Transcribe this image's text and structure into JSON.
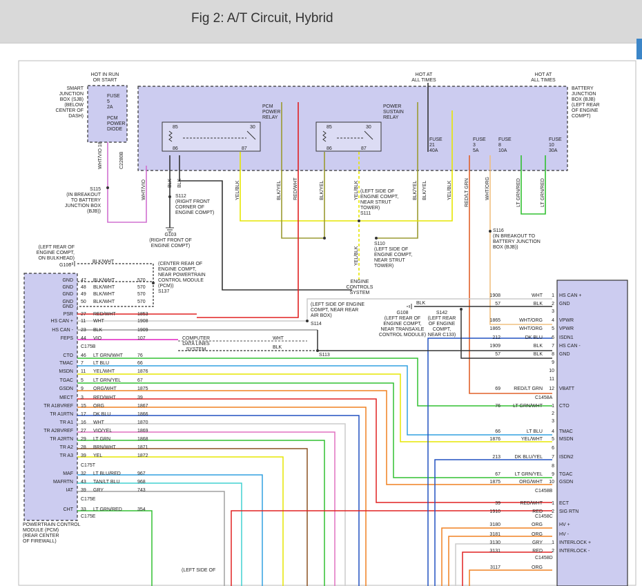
{
  "title": "Fig 2: A/T Circuit, Hybrid",
  "colors": {
    "wire_black": "#333333",
    "wire_pink": "#d070d0",
    "wire_magenta": "#e020c0",
    "wire_yellow": "#e6e600",
    "wire_olive": "#9a9a30",
    "wire_red": "#e02020",
    "wire_green": "#30c030",
    "wire_blue": "#30a0e0",
    "wire_orange": "#f08020",
    "wire_cyan": "#40d0d0",
    "wire_gray": "#a0a0a0",
    "wire_brown": "#8a5020",
    "wire_darkblue": "#2050c0",
    "bjb_fill": "#ccccf0",
    "pcm_fill": "#ccccf0"
  },
  "labels": {
    "hot_run_start": [
      "HOT IN RUN",
      "OR START"
    ],
    "sjb": [
      "SMART",
      "JUNCTION",
      "BOX (SJB)",
      "(BELOW",
      "CENTER OF",
      "DASH)"
    ],
    "fuse5": [
      "FUSE",
      "5",
      "2A"
    ],
    "pcm_diode": [
      "PCM",
      "POWER",
      "DIODE"
    ],
    "wht_vio_18": "WHT/VIO 18",
    "c2280b": "C2280B",
    "s115": [
      "S115",
      "(IN BREAKOUT",
      "TO BATTERY",
      "JUNCTION BOX",
      "(BJB))"
    ],
    "hot_at_all_1": [
      "HOT AT",
      "ALL TIMES"
    ],
    "hot_at_all_2": [
      "HOT AT",
      "ALL TIMES"
    ],
    "bjb": [
      "BATTERY",
      "JUNCTION",
      "BOX (BJB)",
      "(LEFT REAR",
      "OF ENGINE",
      "COMPT)"
    ],
    "pcm_relay": [
      "PCM",
      "POWER",
      "RELAY"
    ],
    "sustain_relay": [
      "POWER",
      "SUSTAIN",
      "RELAY"
    ],
    "pin85": "85",
    "pin86": "86",
    "pin30": "30",
    "pin87": "87",
    "fuse21": [
      "FUSE",
      "21",
      "40A"
    ],
    "fuse3": [
      "FUSE",
      "3",
      "5A"
    ],
    "fuse8": [
      "FUSE",
      "8",
      "10A"
    ],
    "fuse10": [
      "FUSE",
      "10",
      "30A"
    ],
    "wire_wht_vio": "WHT/VIO",
    "wire_blk1": "BLK",
    "wire_blk2": "BLK",
    "wire_yel_blk1": "YEL/BLK",
    "wire_blk_yel1": "BLK/YEL",
    "wire_red_wht": "RED/WHT",
    "wire_blk_yel2": "BLK/YEL",
    "wire_yel_blk2": "YEL/BLK",
    "wire_blk_yel3": "BLK/YEL",
    "wire_blk_yel4": "BLK/YEL",
    "wire_yel_blk3": "YEL/BLK",
    "wire_red_ltgrn": "RED/LT GRN",
    "wire_wht_org": "WHT/ORG",
    "wire_ltgrn_red1": "LT GRN/RED",
    "wire_ltgrn_red2": "LT GRN/RED",
    "s112": [
      "S112",
      "(RIGHT FRONT",
      "CORNER OF",
      "ENGINE COMPT)"
    ],
    "g103": [
      "G103",
      "(RIGHT FRONT OF",
      "ENGINE COMPT)"
    ],
    "s111": [
      "(LEFT SIDE OF",
      "ENGINE COMPT,",
      "NEAR STRUT",
      "TOWER)",
      "S111"
    ],
    "s110": [
      "S110",
      "(LEFT SIDE OF",
      "ENGINE COMPT,",
      "NEAR STRUT",
      "TOWER)"
    ],
    "yel_blk_down": "YEL/BLK",
    "s116": [
      "S116",
      "(IN BREAKOUT TO",
      "BATTERY JUNCTION",
      "BOX (BJB))"
    ],
    "g106_note": [
      "(LEFT REAR OF",
      "ENGINE COMPT,",
      "ON BULKHEAD)"
    ],
    "g106": "G106",
    "s137": [
      "(CENTER REAR OF",
      "ENGINE COMPT,",
      "NEAR POWERTRAIN",
      "CONTROL MODULE",
      "(PCM))",
      "S137"
    ],
    "blk_wht_top": "BLK/WHT",
    "engine_controls": [
      "ENGINE",
      "CONTROLS",
      "SYSTEM"
    ],
    "s114_note": [
      "(LEFT SIDE OF ENGINE",
      "COMPT, NEAR REAR",
      "AIR BOX)"
    ],
    "s114": "S114",
    "g108": [
      "G108",
      "(LEFT REAR OF",
      "ENGINE COMPT,",
      "NEAR TRANSAXLE",
      "CONTROL MODULE)"
    ],
    "s142": [
      "S142",
      "(LEFT REAR",
      "OF ENGINE",
      "COMPT,",
      "NEAR C133)"
    ],
    "g108_blk": "BLK",
    "computer_data": [
      "COMPUTER",
      "DATA LINES",
      "SYSTEM"
    ],
    "data_wht": "WHT",
    "data_blk": "BLK",
    "s113": "S113",
    "pcm_label": [
      "POWERTRAIN CONTROL",
      "MODULE (PCM)",
      "(REAR CENTER",
      "OF FIREWALL)"
    ],
    "left_side_bottom": "(LEFT SIDE OF",
    "c175b": "C175B",
    "c175t": "C175T",
    "c175e": "C175E",
    "c1458a": "C1458A",
    "c1458b": "C1458B",
    "c1458c": "C1458C",
    "c1458d": "C1458D"
  },
  "pcm_pins": [
    {
      "name": "GND",
      "pin": "47",
      "color": "BLK/WHT",
      "circuit": "570"
    },
    {
      "name": "GND",
      "pin": "48",
      "color": "BLK/WHT",
      "circuit": "570"
    },
    {
      "name": "GND",
      "pin": "49",
      "color": "BLK/WHT",
      "circuit": "570"
    },
    {
      "name": "GND",
      "pin": "50",
      "color": "BLK/WHT",
      "circuit": "570"
    },
    {
      "name": "GND",
      "pin": "",
      "color": "",
      "circuit": ""
    },
    {
      "name": "PSR",
      "pin": "27",
      "color": "RED/WHT",
      "circuit": "1853"
    },
    {
      "name": "HS CAN +",
      "pin": "11",
      "color": "WHT",
      "circuit": "1908"
    },
    {
      "name": "HS CAN -",
      "pin": "23",
      "color": "BLK",
      "circuit": "1909"
    },
    {
      "name": "FEPS",
      "pin": "44",
      "color": "VIO",
      "circuit": "107"
    },
    {
      "name": "CTO",
      "pin": "46",
      "color": "LT GRN/WHT",
      "circuit": "76"
    },
    {
      "name": "TMAC",
      "pin": "7",
      "color": "LT BLU",
      "circuit": "66"
    },
    {
      "name": "MSDN",
      "pin": "11",
      "color": "YEL/WHT",
      "circuit": "1876"
    },
    {
      "name": "TGAC",
      "pin": "5",
      "color": "LT GRN/YEL",
      "circuit": "67"
    },
    {
      "name": "GSDN",
      "pin": "9",
      "color": "ORG/WHT",
      "circuit": "1875"
    },
    {
      "name": "MECT",
      "pin": "3",
      "color": "RED/WHT",
      "circuit": "39"
    },
    {
      "name": "TR A1BVREF",
      "pin": "15",
      "color": "ORG",
      "circuit": "1867"
    },
    {
      "name": "TR A1RTN",
      "pin": "17",
      "color": "DK BLU",
      "circuit": "1866"
    },
    {
      "name": "TR A1",
      "pin": "16",
      "color": "WHT",
      "circuit": "1870"
    },
    {
      "name": "TR A2BVREF",
      "pin": "27",
      "color": "VIO/YEL",
      "circuit": "1869"
    },
    {
      "name": "TR A2RTN",
      "pin": "29",
      "color": "LT GRN",
      "circuit": "1868"
    },
    {
      "name": "TR A2",
      "pin": "28",
      "color": "BRN/WHT",
      "circuit": "1871"
    },
    {
      "name": "TR A3",
      "pin": "39",
      "color": "YEL",
      "circuit": "1872"
    },
    {
      "name": "MAF",
      "pin": "32",
      "color": "LT BLU/RED",
      "circuit": "967"
    },
    {
      "name": "MAFRTN",
      "pin": "43",
      "color": "TAN/LT BLU",
      "circuit": "968"
    },
    {
      "name": "IAT",
      "pin": "39",
      "color": "GRY",
      "circuit": "743"
    },
    {
      "name": "CHT",
      "pin": "33",
      "color": "LT GRN/RED",
      "circuit": "354"
    }
  ],
  "tcm_rows": [
    {
      "circuit": "1908",
      "color": "WHT",
      "pin": "1",
      "name": "HS CAN +"
    },
    {
      "circuit": "57",
      "color": "BLK",
      "pin": "2",
      "name": "GND"
    },
    {
      "circuit": "",
      "color": "",
      "pin": "3",
      "name": ""
    },
    {
      "circuit": "1865",
      "color": "WHT/ORG",
      "pin": "4",
      "name": "VPWR"
    },
    {
      "circuit": "1865",
      "color": "WHT/ORG",
      "pin": "5",
      "name": "VPWR"
    },
    {
      "circuit": "212",
      "color": "DK BLU",
      "pin": "6",
      "name": "ISDN1"
    },
    {
      "circuit": "1909",
      "color": "BLK",
      "pin": "7",
      "name": "HS CAN -"
    },
    {
      "circuit": "57",
      "color": "BLK",
      "pin": "8",
      "name": "GND"
    },
    {
      "circuit": "",
      "color": "",
      "pin": "9",
      "name": ""
    },
    {
      "circuit": "",
      "color": "",
      "pin": "10",
      "name": ""
    },
    {
      "circuit": "",
      "color": "",
      "pin": "11",
      "name": ""
    },
    {
      "circuit": "69",
      "color": "RED/LT GRN",
      "pin": "12",
      "name": "VBATT"
    },
    {
      "circuit": "76",
      "color": "LT GRN/WHT",
      "pin": "1",
      "name": "CTO"
    },
    {
      "circuit": "",
      "color": "",
      "pin": "2",
      "name": ""
    },
    {
      "circuit": "",
      "color": "",
      "pin": "3",
      "name": ""
    },
    {
      "circuit": "66",
      "color": "LT BLU",
      "pin": "4",
      "name": "TMAC"
    },
    {
      "circuit": "1876",
      "color": "YEL/WHT",
      "pin": "5",
      "name": "MSDN"
    },
    {
      "circuit": "",
      "color": "",
      "pin": "6",
      "name": ""
    },
    {
      "circuit": "213",
      "color": "DK BLU/YEL",
      "pin": "7",
      "name": "ISDN2"
    },
    {
      "circuit": "",
      "color": "",
      "pin": "8",
      "name": ""
    },
    {
      "circuit": "67",
      "color": "LT GRN/YEL",
      "pin": "9",
      "name": "TGAC"
    },
    {
      "circuit": "1875",
      "color": "ORG/WHT",
      "pin": "10",
      "name": "GSDN"
    },
    {
      "circuit": "39",
      "color": "RED/WHT",
      "pin": "1",
      "name": "ECT"
    },
    {
      "circuit": "1910",
      "color": "RED",
      "pin": "2",
      "name": "SIG RTN"
    },
    {
      "circuit": "3180",
      "color": "ORG",
      "pin": "",
      "name": "HV +"
    },
    {
      "circuit": "3181",
      "color": "ORG",
      "pin": "",
      "name": "HV -"
    },
    {
      "circuit": "3130",
      "color": "GRY",
      "pin": "1",
      "name": "INTERLOCK +"
    },
    {
      "circuit": "3131",
      "color": "RED",
      "pin": "2",
      "name": "INTERLOCK -"
    },
    {
      "circuit": "3117",
      "color": "ORG",
      "pin": "",
      "name": ""
    }
  ]
}
